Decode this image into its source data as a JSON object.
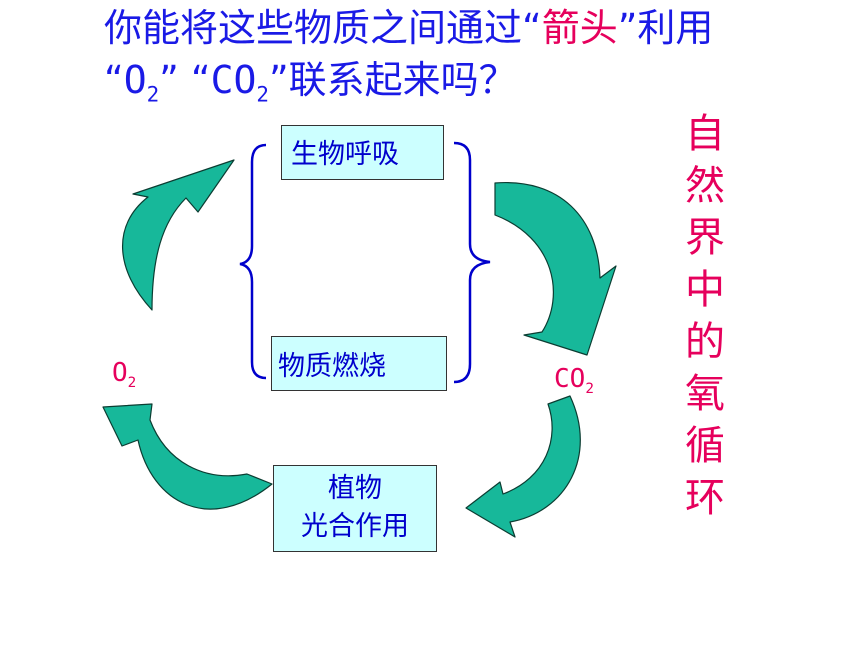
{
  "question": {
    "line1_prefix": "你能将这些物质之间通过“",
    "line1_highlight": "箭头",
    "line1_suffix": "”利用",
    "line2_open1": "“",
    "line2_o2": "O",
    "line2_o2_sub": "2",
    "line2_mid": "” “",
    "line2_co2": "CO",
    "line2_co2_sub": "2",
    "line2_suffix": "”联系起来吗？"
  },
  "boxes": {
    "respiration": "生物呼吸",
    "combustion": "物质燃烧",
    "photosynthesis_line1": "植物",
    "photosynthesis_line2": "光合作用"
  },
  "labels": {
    "o2": "O",
    "o2_sub": "2",
    "co2": "CO",
    "co2_sub": "2"
  },
  "vertical_title": [
    "自",
    "然",
    "界",
    "中",
    "的",
    "氧",
    "循",
    "环"
  ],
  "colors": {
    "question_text": "#1a1ae6",
    "highlight": "#e6005c",
    "box_fill": "#ccffff",
    "arrow_fill": "#17b89a",
    "arrow_stroke": "#0b3d32",
    "brace": "#0000cc"
  }
}
